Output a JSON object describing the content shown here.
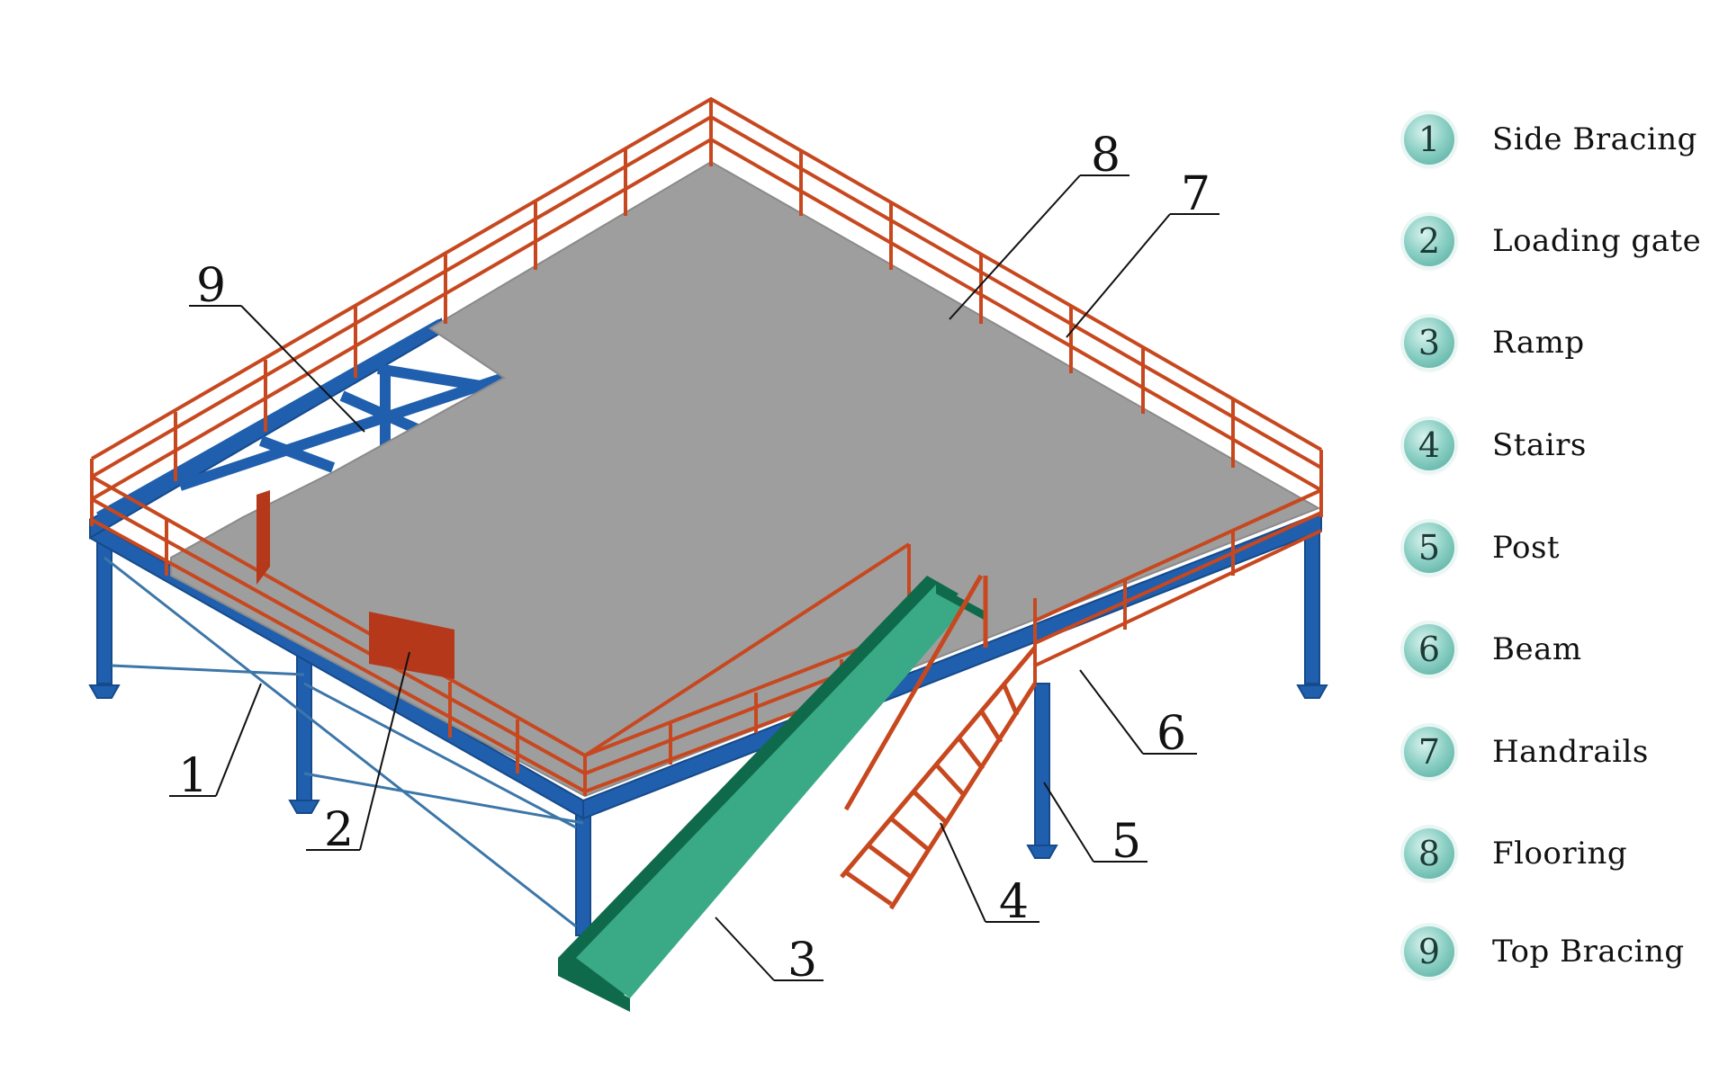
{
  "colors": {
    "floor": "#9e9e9e",
    "frame": "#1f5fae",
    "railing": "#c7481f",
    "ramp": "#3aa985",
    "ramp_dark": "#0f6a4c",
    "badge": "#8fd1c6"
  },
  "callouts": [
    {
      "num": "1"
    },
    {
      "num": "2"
    },
    {
      "num": "3"
    },
    {
      "num": "4"
    },
    {
      "num": "5"
    },
    {
      "num": "6"
    },
    {
      "num": "7"
    },
    {
      "num": "8"
    },
    {
      "num": "9"
    }
  ],
  "legend": [
    {
      "num": "1",
      "label": "Side Bracing"
    },
    {
      "num": "2",
      "label": "Loading gate"
    },
    {
      "num": "3",
      "label": "Ramp"
    },
    {
      "num": "4",
      "label": "Stairs"
    },
    {
      "num": "5",
      "label": "Post"
    },
    {
      "num": "6",
      "label": "Beam"
    },
    {
      "num": "7",
      "label": "Handrails"
    },
    {
      "num": "8",
      "label": "Flooring"
    },
    {
      "num": "9",
      "label": "Top Bracing"
    }
  ]
}
